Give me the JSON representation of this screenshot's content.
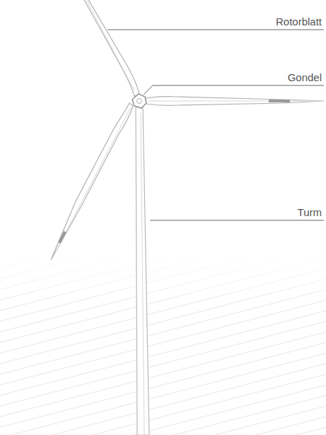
{
  "diagram": {
    "labels": [
      "Rotorblatt",
      "Gondel",
      "Turm"
    ]
  }
}
